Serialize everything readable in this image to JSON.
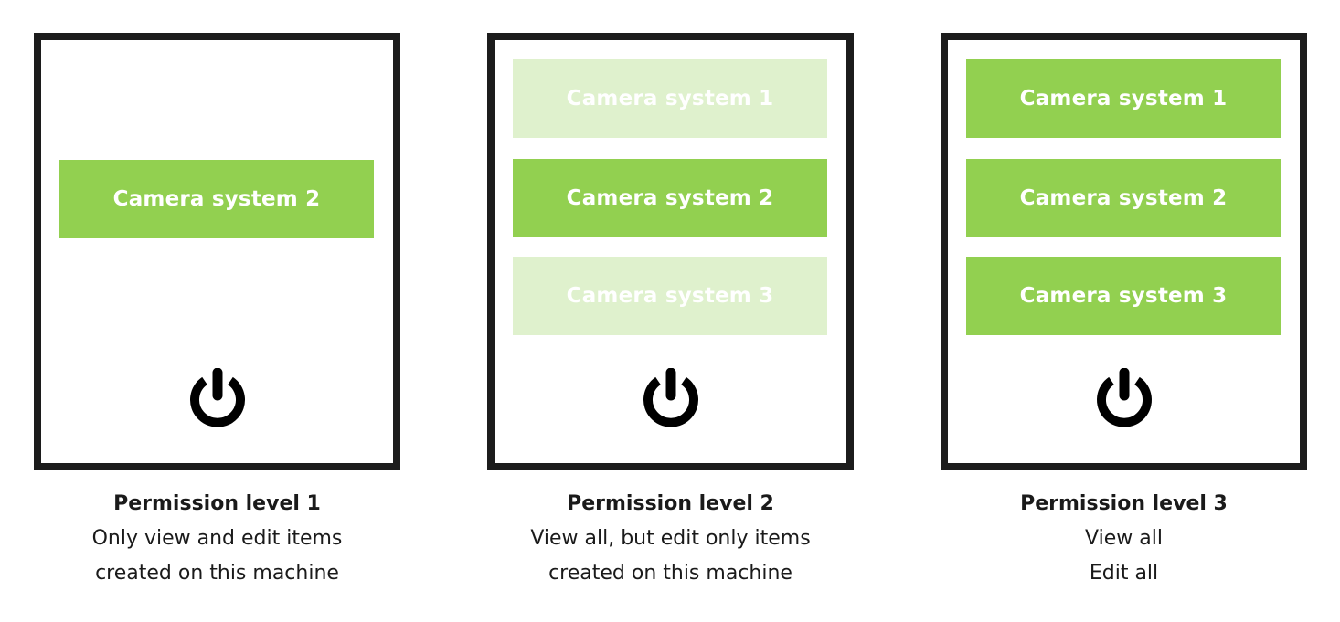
{
  "colors": {
    "frame": "#1c1c1c",
    "active": "#92d050",
    "inactive": "#dff1cd",
    "button_text": "#ffffff"
  },
  "panels": [
    {
      "buttons": [
        {
          "label": "Camera system 2",
          "state": "active"
        }
      ],
      "icon": "power-icon",
      "title": "Permission level 1",
      "lines": [
        "Only view and edit items",
        "created on this machine"
      ]
    },
    {
      "buttons": [
        {
          "label": "Camera system 1",
          "state": "inactive"
        },
        {
          "label": "Camera system 2",
          "state": "active"
        },
        {
          "label": "Camera system 3",
          "state": "inactive"
        }
      ],
      "icon": "power-icon",
      "title": "Permission level 2",
      "lines": [
        "View all, but edit only items",
        "created on this machine"
      ]
    },
    {
      "buttons": [
        {
          "label": "Camera system 1",
          "state": "active"
        },
        {
          "label": "Camera system 2",
          "state": "active"
        },
        {
          "label": "Camera system 3",
          "state": "active"
        }
      ],
      "icon": "power-icon",
      "title": "Permission level 3",
      "lines": [
        "View all",
        "Edit all"
      ]
    }
  ]
}
